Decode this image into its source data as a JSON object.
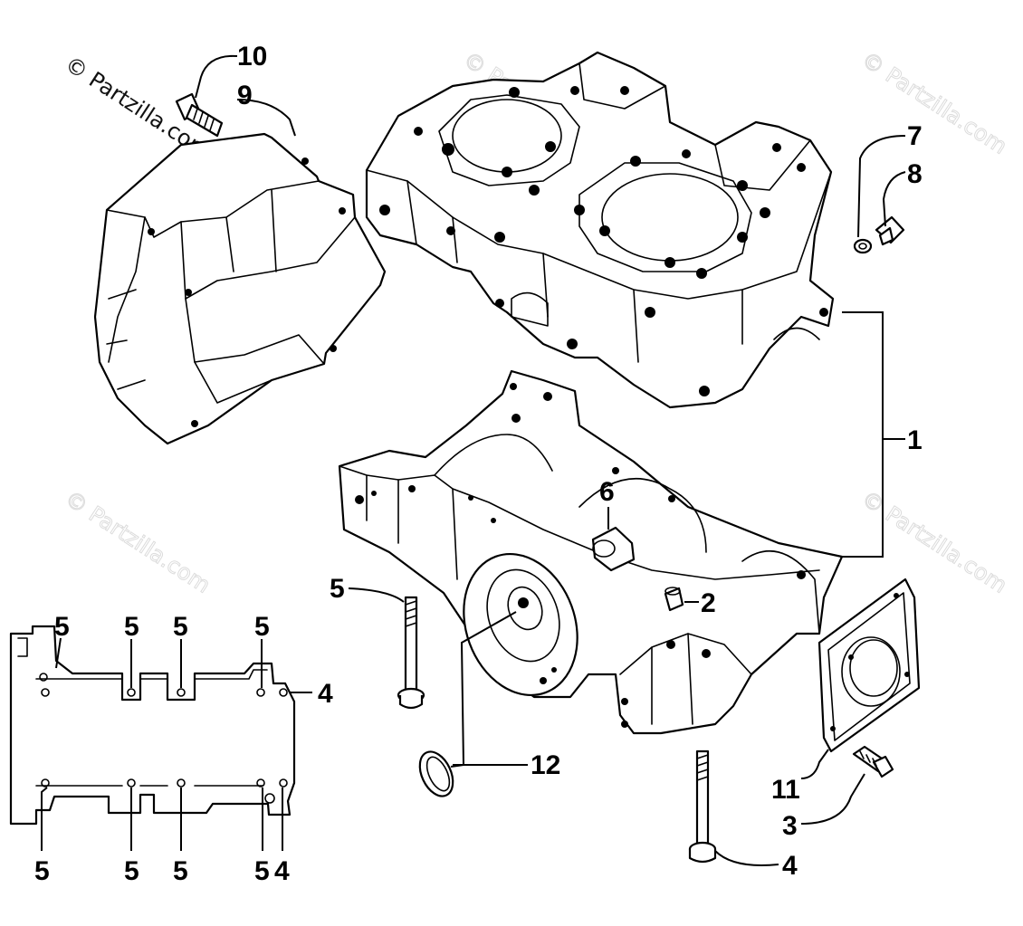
{
  "watermarks": {
    "primary": "© Partzilla.com",
    "repeat": "© Partzilla.com"
  },
  "callouts": {
    "c10": "10",
    "c9": "9",
    "c7": "7",
    "c8": "8",
    "c1": "1",
    "c6": "6",
    "c2": "2",
    "c5a": "5",
    "c12": "12",
    "c11": "11",
    "c3": "3",
    "c4a": "4",
    "gasket_top": [
      "5",
      "5",
      "5",
      "5",
      "4"
    ],
    "gasket_bottom": [
      "5",
      "5",
      "5",
      "5",
      "4"
    ]
  }
}
